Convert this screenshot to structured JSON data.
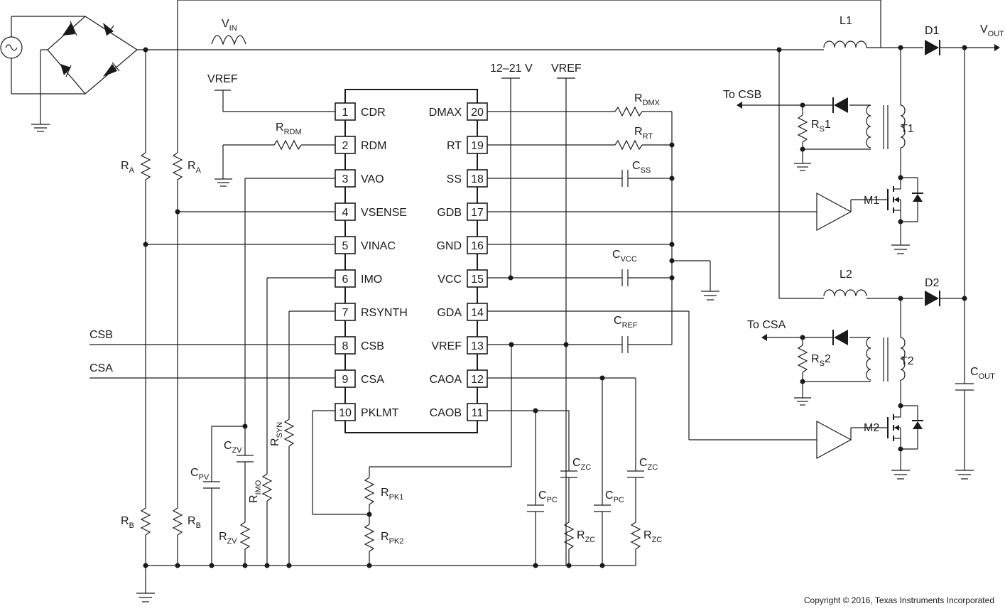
{
  "ic": {
    "pins_left": [
      {
        "num": "1",
        "name": "CDR"
      },
      {
        "num": "2",
        "name": "RDM"
      },
      {
        "num": "3",
        "name": "VAO"
      },
      {
        "num": "4",
        "name": "VSENSE"
      },
      {
        "num": "5",
        "name": "VINAC"
      },
      {
        "num": "6",
        "name": "IMO"
      },
      {
        "num": "7",
        "name": "RSYNTH"
      },
      {
        "num": "8",
        "name": "CSB"
      },
      {
        "num": "9",
        "name": "CSA"
      },
      {
        "num": "10",
        "name": "PKLMT"
      }
    ],
    "pins_right": [
      {
        "num": "20",
        "name": "DMAX"
      },
      {
        "num": "19",
        "name": "RT"
      },
      {
        "num": "18",
        "name": "SS"
      },
      {
        "num": "17",
        "name": "GDB"
      },
      {
        "num": "16",
        "name": "GND"
      },
      {
        "num": "15",
        "name": "VCC"
      },
      {
        "num": "14",
        "name": "GDA"
      },
      {
        "num": "13",
        "name": "VREF"
      },
      {
        "num": "12",
        "name": "CAOA"
      },
      {
        "num": "11",
        "name": "CAOB"
      }
    ]
  },
  "labels": {
    "vin": {
      "main": "V",
      "sub": "IN"
    },
    "vout": {
      "main": "V",
      "sub": "OUT"
    },
    "supply": "12–21 V",
    "vref_top": "VREF",
    "vref_left": "VREF",
    "csb_in": "CSB",
    "csa_in": "CSA",
    "to_csb": "To CSB",
    "to_csa": "To CSA",
    "l1": "L1",
    "l2": "L2",
    "d1": "D1",
    "d2": "D2",
    "t1": "T1",
    "t2": "T2",
    "m1": "M1",
    "m2": "M2",
    "copyright": "Copyright © 2016, Texas Instruments Incorporated"
  },
  "components": {
    "rrdm": {
      "main": "R",
      "sub": "RDM"
    },
    "rdmx": {
      "main": "R",
      "sub": "DMX"
    },
    "rrt": {
      "main": "R",
      "sub": "RT"
    },
    "css": {
      "main": "C",
      "sub": "SS"
    },
    "cvcc": {
      "main": "C",
      "sub": "VCC"
    },
    "cref": {
      "main": "C",
      "sub": "REF"
    },
    "ra1": {
      "main": "R",
      "sub": "A"
    },
    "ra2": {
      "main": "R",
      "sub": "A"
    },
    "rb1": {
      "main": "R",
      "sub": "B"
    },
    "rb2": {
      "main": "R",
      "sub": "B"
    },
    "cpv": {
      "main": "C",
      "sub": "PV"
    },
    "czv": {
      "main": "C",
      "sub": "ZV"
    },
    "rzv": {
      "main": "R",
      "sub": "ZV"
    },
    "rimo": {
      "main": "R",
      "sub": "IMO"
    },
    "rsyn": {
      "main": "R",
      "sub": "SYN"
    },
    "rpk1": {
      "main": "R",
      "sub": "PK1"
    },
    "rpk2": {
      "main": "R",
      "sub": "PK2"
    },
    "cpc1": {
      "main": "C",
      "sub": "PC"
    },
    "czc1": {
      "main": "C",
      "sub": "ZC"
    },
    "rzc1": {
      "main": "R",
      "sub": "ZC"
    },
    "cpc2": {
      "main": "C",
      "sub": "PC"
    },
    "czc2": {
      "main": "C",
      "sub": "ZC"
    },
    "rzc2": {
      "main": "R",
      "sub": "ZC"
    },
    "rs1": {
      "main": "R",
      "sub": "S",
      "suffix": "1"
    },
    "rs2": {
      "main": "R",
      "sub": "S",
      "suffix": "2"
    },
    "cout": {
      "main": "C",
      "sub": "OUT"
    }
  }
}
